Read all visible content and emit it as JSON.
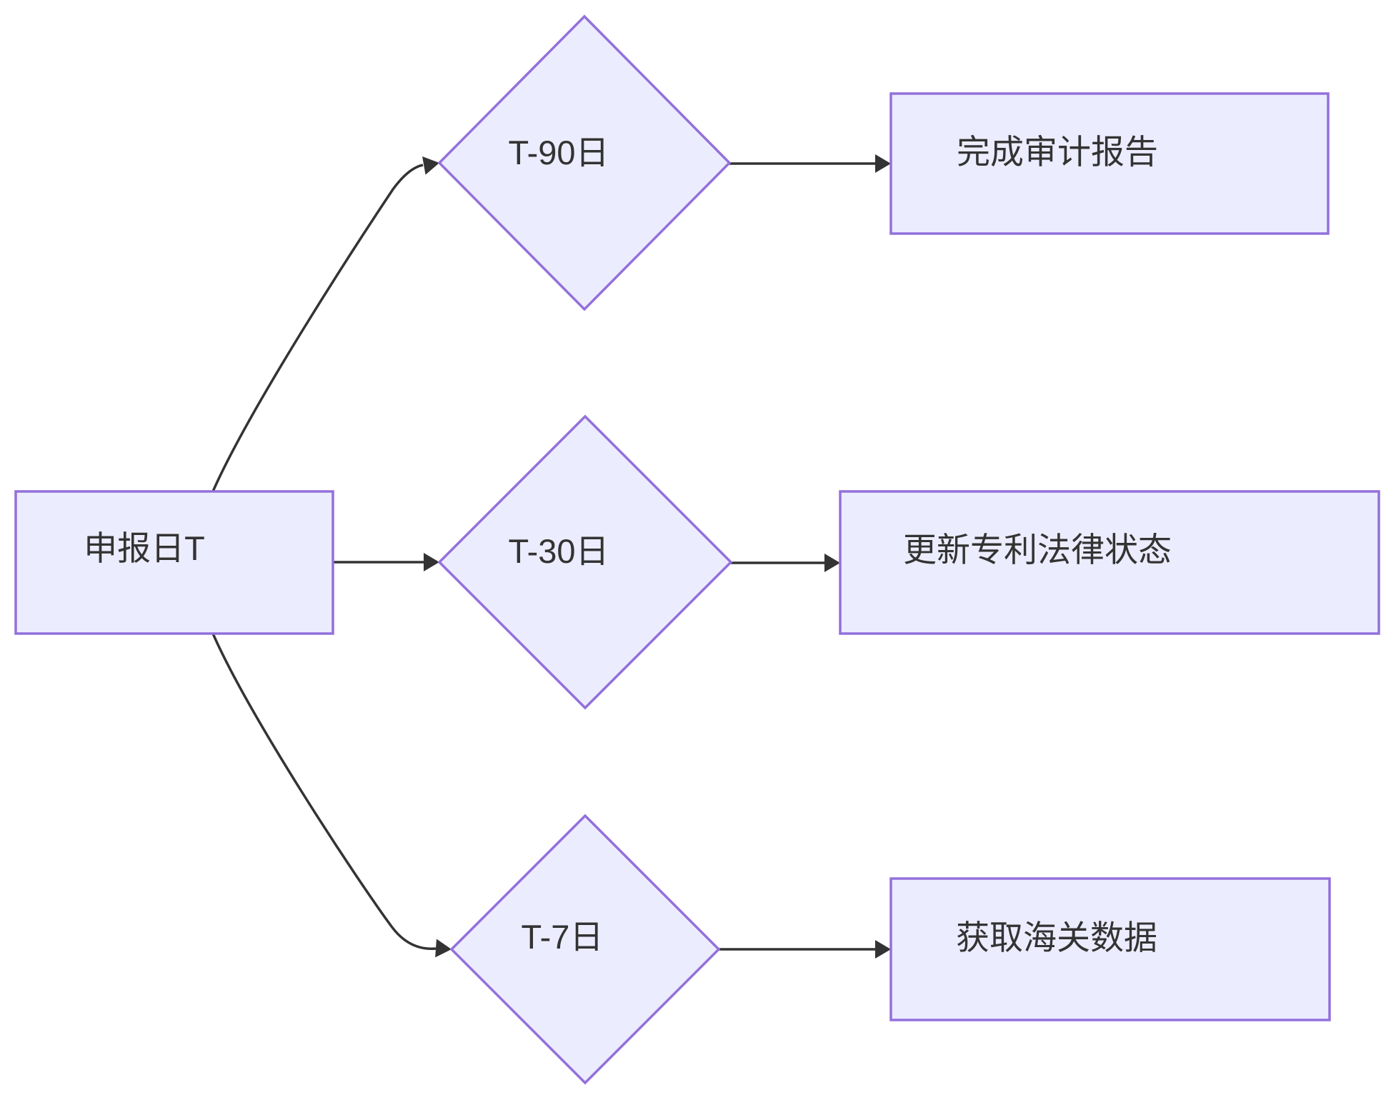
{
  "diagram": {
    "type": "flowchart",
    "direction": "LR",
    "colors": {
      "node_fill": "#ECECFF",
      "node_border": "#9370DB",
      "edge": "#333333",
      "text": "#333333",
      "background": "#FFFFFF"
    },
    "nodes": [
      {
        "id": "declaration-date",
        "shape": "rectangle",
        "label": "申报日T"
      },
      {
        "id": "t-minus-90",
        "shape": "diamond",
        "label": "T-90日"
      },
      {
        "id": "audit-report",
        "shape": "rectangle",
        "label": "完成审计报告"
      },
      {
        "id": "t-minus-30",
        "shape": "diamond",
        "label": "T-30日"
      },
      {
        "id": "patent-status",
        "shape": "rectangle",
        "label": "更新专利法律状态"
      },
      {
        "id": "t-minus-7",
        "shape": "diamond",
        "label": "T-7日"
      },
      {
        "id": "customs-data",
        "shape": "rectangle",
        "label": "获取海关数据"
      }
    ],
    "edges": [
      {
        "from": "申报日T",
        "to": "T-90日"
      },
      {
        "from": "申报日T",
        "to": "T-30日"
      },
      {
        "from": "申报日T",
        "to": "T-7日"
      },
      {
        "from": "T-90日",
        "to": "完成审计报告"
      },
      {
        "from": "T-30日",
        "to": "更新专利法律状态"
      },
      {
        "from": "T-7日",
        "to": "获取海关数据"
      }
    ]
  }
}
